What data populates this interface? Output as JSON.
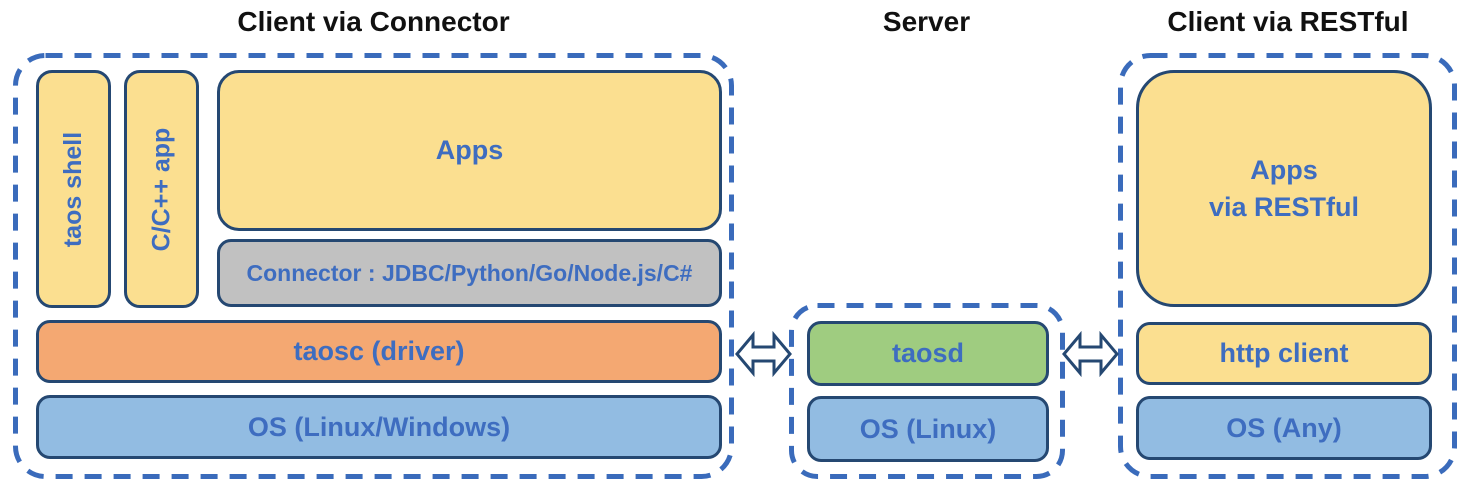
{
  "colors": {
    "title-black": "#111111",
    "dash-border": "#3a6bbb",
    "box-border": "#254872",
    "label-blue": "#3e6dc0",
    "yellow": "#fbdf90",
    "gray": "#c1c1c1",
    "orange": "#f4a872",
    "blue": "#92bce2",
    "green": "#9fcc80",
    "arrow-fill": "#ffffff"
  },
  "sections": {
    "client_connector": {
      "title": "Client via Connector",
      "boxes": {
        "taos_shell": "taos shell",
        "cpp_app": "C/C++ app",
        "apps": "Apps",
        "connector": "Connector : JDBC/Python/Go/Node.js/C#",
        "taosc": "taosc (driver)",
        "os": "OS (Linux/Windows)"
      }
    },
    "server": {
      "title": "Server",
      "boxes": {
        "taosd": "taosd",
        "os": "OS (Linux)"
      }
    },
    "client_restful": {
      "title": "Client via RESTful",
      "boxes": {
        "apps_line1": "Apps",
        "apps_line2": "via RESTful",
        "http_client": "http client",
        "os": "OS (Any)"
      }
    }
  },
  "icons": {
    "left_arrow": "bidirectional-arrow",
    "right_arrow": "bidirectional-arrow"
  }
}
